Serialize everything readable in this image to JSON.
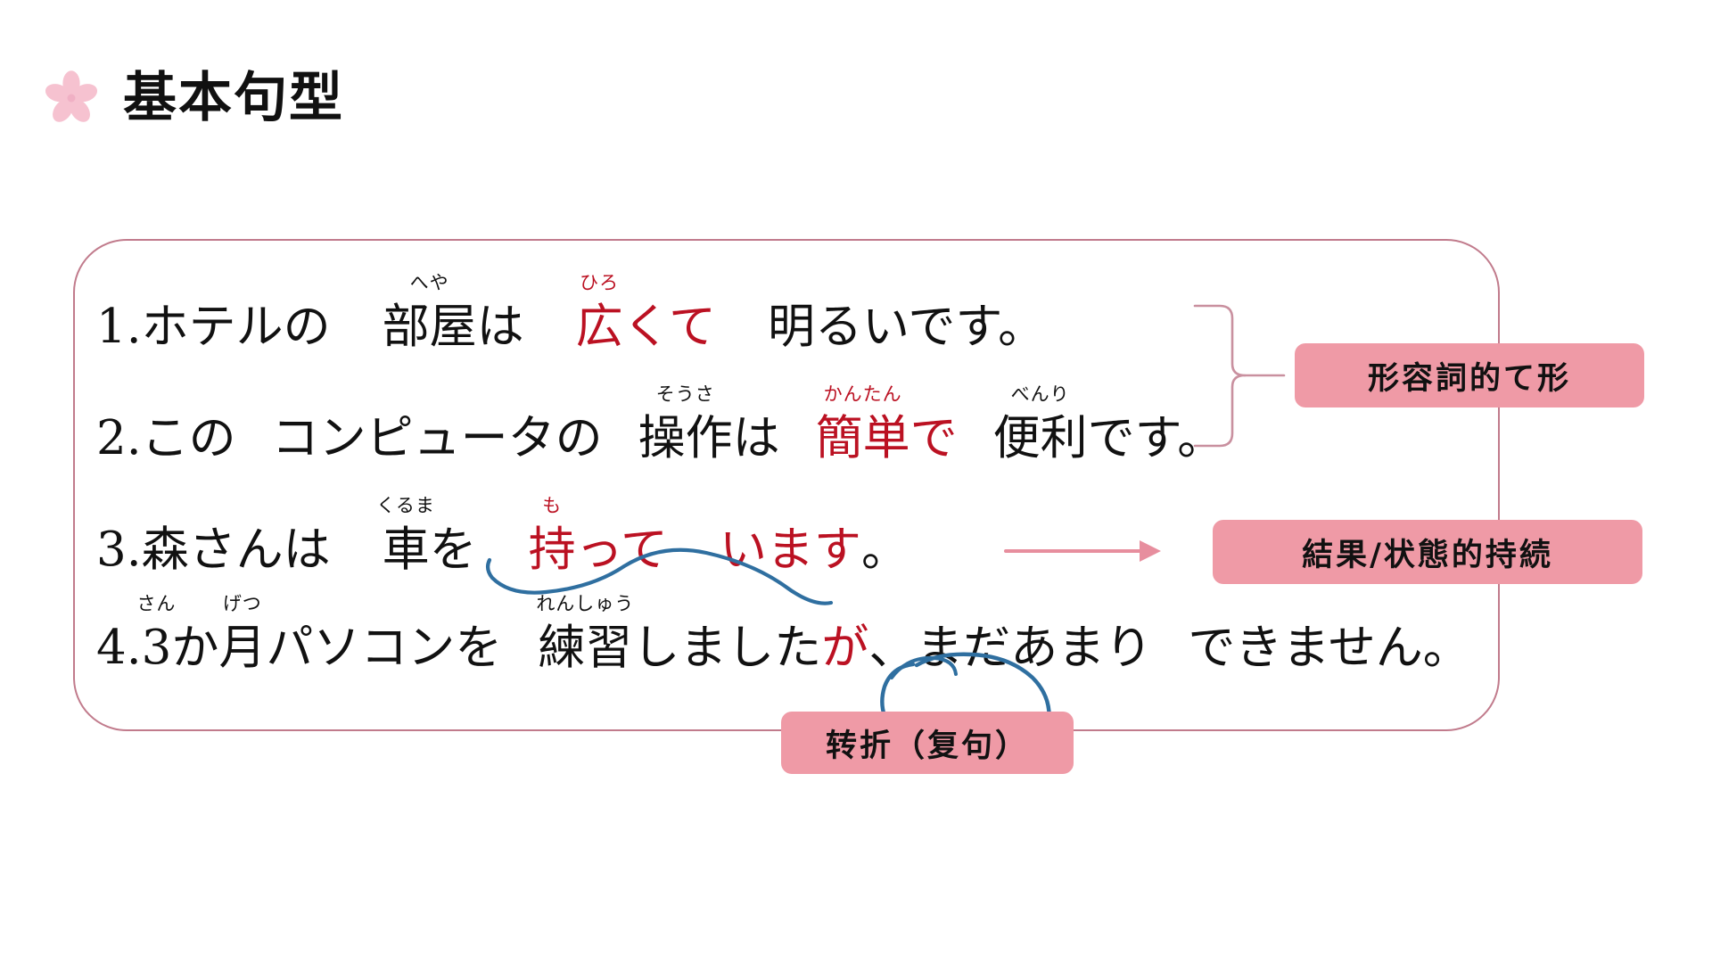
{
  "slide": {
    "title": "基本句型",
    "icon": "sakura-flower-icon",
    "background_color": "#ffffff",
    "accent_pink": "#ef9aa6",
    "card_border_color": "#c17b8c",
    "highlight_red": "#bb1122",
    "pen_blue": "#2f6fa0"
  },
  "sentences": [
    {
      "number": "1.",
      "parts": [
        {
          "text": "ホテルの",
          "color": "black",
          "furigana": ""
        },
        {
          "text": "部屋",
          "color": "black",
          "furigana": "へや",
          "furigana_color": "black"
        },
        {
          "text": "は",
          "color": "black",
          "furigana": ""
        },
        {
          "text": "広",
          "color": "red",
          "furigana": "ひろ",
          "furigana_color": "red"
        },
        {
          "text": "くて",
          "color": "red",
          "furigana": ""
        },
        {
          "text": "明るいです。",
          "color": "black",
          "furigana": ""
        }
      ],
      "plain": "1.ホテルの　部屋は　広くて　明るいです。"
    },
    {
      "number": "2.",
      "parts": [
        {
          "text": "この",
          "color": "black",
          "furigana": ""
        },
        {
          "text": "コンピュータの",
          "color": "black",
          "furigana": ""
        },
        {
          "text": "操作",
          "color": "black",
          "furigana": "そうさ",
          "furigana_color": "black"
        },
        {
          "text": "は",
          "color": "black",
          "furigana": ""
        },
        {
          "text": "簡単",
          "color": "red",
          "furigana": "かんたん",
          "furigana_color": "red"
        },
        {
          "text": "で",
          "color": "red",
          "furigana": ""
        },
        {
          "text": "便利",
          "color": "black",
          "furigana": "べんり",
          "furigana_color": "black"
        },
        {
          "text": "です。",
          "color": "black",
          "furigana": ""
        }
      ],
      "plain": "2.この　コンピュータの　操作は　簡単で　便利です。"
    },
    {
      "number": "3.",
      "parts": [
        {
          "text": "森さんは",
          "color": "black",
          "furigana": ""
        },
        {
          "text": "車",
          "color": "black",
          "furigana": "くるま",
          "furigana_color": "black"
        },
        {
          "text": "を",
          "color": "black",
          "furigana": ""
        },
        {
          "text": "持",
          "color": "red",
          "furigana": "も",
          "furigana_color": "red"
        },
        {
          "text": "って",
          "color": "red",
          "furigana": ""
        },
        {
          "text": "います",
          "color": "red",
          "furigana": ""
        },
        {
          "text": "。",
          "color": "black",
          "furigana": ""
        }
      ],
      "plain": "3.森さんは　車を　持って　います。",
      "underline": "blue-wavy-pen-underline"
    },
    {
      "number": "4.",
      "parts": [
        {
          "text": "3",
          "color": "black",
          "furigana": "さん",
          "furigana_color": "black"
        },
        {
          "text": "か",
          "color": "black",
          "furigana": ""
        },
        {
          "text": "月",
          "color": "black",
          "furigana": "げつ",
          "furigana_color": "black"
        },
        {
          "text": "パソコンを",
          "color": "black",
          "furigana": ""
        },
        {
          "text": "練習",
          "color": "black",
          "furigana": "れんしゅう",
          "furigana_color": "black"
        },
        {
          "text": "しました",
          "color": "black",
          "furigana": ""
        },
        {
          "text": "が",
          "color": "red",
          "furigana": ""
        },
        {
          "text": "、まだあまり",
          "color": "black",
          "furigana": ""
        },
        {
          "text": "できません。",
          "color": "black",
          "furigana": ""
        }
      ],
      "plain": "4.3か月パソコンを　練習しましたが、まだあまり　できません。"
    }
  ],
  "annotations": [
    {
      "id": "chip-1",
      "label": "形容詞的て形",
      "connector": "pink-curly-brace",
      "targets": "sentences 1-2"
    },
    {
      "id": "chip-2",
      "label": "結果/状態的持続",
      "connector": "pink-arrow",
      "targets": "sentence 3"
    },
    {
      "id": "chip-3",
      "label": "转折（复句）",
      "connector": "blue-pen-circle",
      "targets": "sentence 4"
    }
  ]
}
